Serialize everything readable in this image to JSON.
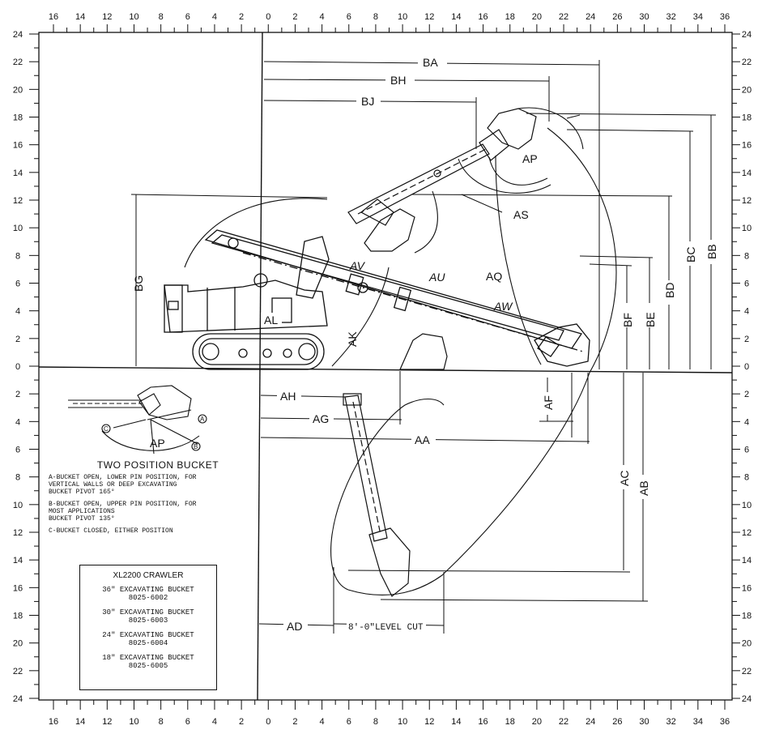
{
  "axes": {
    "x_ticks": [
      16,
      14,
      12,
      10,
      8,
      6,
      4,
      2,
      0,
      2,
      4,
      6,
      8,
      10,
      12,
      14,
      16,
      18,
      20,
      22,
      24,
      26,
      30,
      32,
      34,
      36
    ],
    "y_ticks": [
      24,
      22,
      20,
      18,
      16,
      14,
      12,
      10,
      8,
      6,
      4,
      2,
      0,
      2,
      4,
      6,
      8,
      10,
      12,
      14,
      16,
      18,
      20,
      22,
      24
    ]
  },
  "dimensions": {
    "BA": "BA",
    "BH": "BH",
    "BJ": "BJ",
    "AP": "AP",
    "AS": "AS",
    "AV": "AV",
    "AU": "AU",
    "AQ": "AQ",
    "AW": "AW",
    "AL": "AL",
    "AK": "AK",
    "BG": "BG",
    "BF": "BF",
    "BE": "BE",
    "BD": "BD",
    "BC": "BC",
    "BB": "BB",
    "AH": "AH",
    "AG": "AG",
    "AF": "AF",
    "AA": "AA",
    "AC": "AC",
    "AB": "AB",
    "AD": "AD",
    "level_cut": "8'-0\"LEVEL CUT"
  },
  "inset": {
    "ap": "AP",
    "pin_a": "A",
    "pin_b": "B",
    "pin_c": "C"
  },
  "legend": {
    "title": "TWO POSITION BUCKET",
    "a": "A-BUCKET OPEN, LOWER PIN POSITION, FOR\n   VERTICAL WALLS OR DEEP EXCAVATING\n   BUCKET PIVOT 165°",
    "b": "B-BUCKET OPEN, UPPER PIN POSITION, FOR\n   MOST APPLICATIONS\n   BUCKET PIVOT 135°",
    "c": "C-BUCKET CLOSED, EITHER POSITION"
  },
  "bucket_table": {
    "header": "XL2200 CRAWLER",
    "rows": [
      "36\" EXCAVATING BUCKET\n8025-6002",
      "30\" EXCAVATING BUCKET\n8025-6003",
      "24\" EXCAVATING BUCKET\n8025-6004",
      "18\" EXCAVATING BUCKET\n8025-6005"
    ]
  }
}
